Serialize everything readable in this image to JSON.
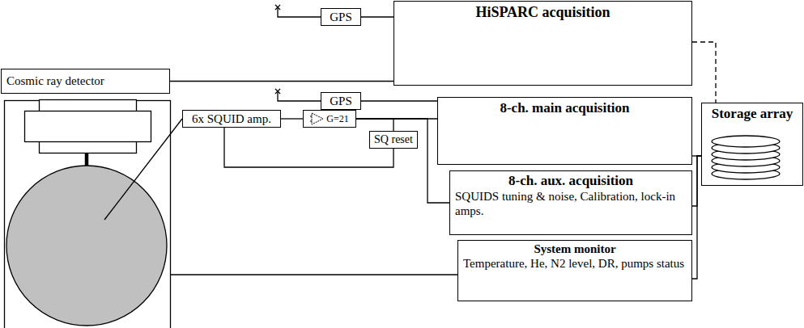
{
  "diagram": {
    "nodes": [
      {
        "text": [
          "GPS"
        ]
      },
      {
        "text": [
          "HiSPARC acquisition"
        ]
      },
      {
        "text": [
          "Cosmic ray detector"
        ]
      },
      {
        "text": [
          "GPS"
        ]
      },
      {
        "text": [
          "8-ch. main acquisition"
        ]
      },
      {
        "text": [
          "6x SQUID amp."
        ]
      },
      {
        "text": [
          "G=21"
        ]
      },
      {
        "text": [
          "SQ reset"
        ]
      },
      {
        "text": [
          "Storage array"
        ]
      },
      {
        "text": [
          "8-ch. aux. acquisition",
          "SQUIDS tuning & noise, Calibration, lock-in amps."
        ]
      },
      {
        "text": [
          "System monitor",
          "Temperature, He, N2 level, DR, pumps status"
        ]
      }
    ],
    "edges": [
      {
        "from": 0,
        "to": 1,
        "arrow": "none"
      },
      {
        "from": 2,
        "to": 1,
        "arrow": "none"
      },
      {
        "from": 3,
        "to": 4,
        "arrow": "none"
      },
      {
        "from": 5,
        "to": 6,
        "arrow": "none"
      },
      {
        "from": 6,
        "to": 4,
        "arrow": "none"
      },
      {
        "from": 6,
        "to": 7,
        "arrow": "none"
      },
      {
        "from": 7,
        "to": 5,
        "arrow": "none"
      },
      {
        "from": 6,
        "to": 9,
        "arrow": "none"
      },
      {
        "from": 1,
        "to": 8,
        "arrow": "none"
      },
      {
        "from": 4,
        "to": 8,
        "arrow": "none"
      },
      {
        "from": 9,
        "to": 8,
        "arrow": "none"
      },
      {
        "from": 10,
        "to": 8,
        "arrow": "none"
      }
    ]
  }
}
